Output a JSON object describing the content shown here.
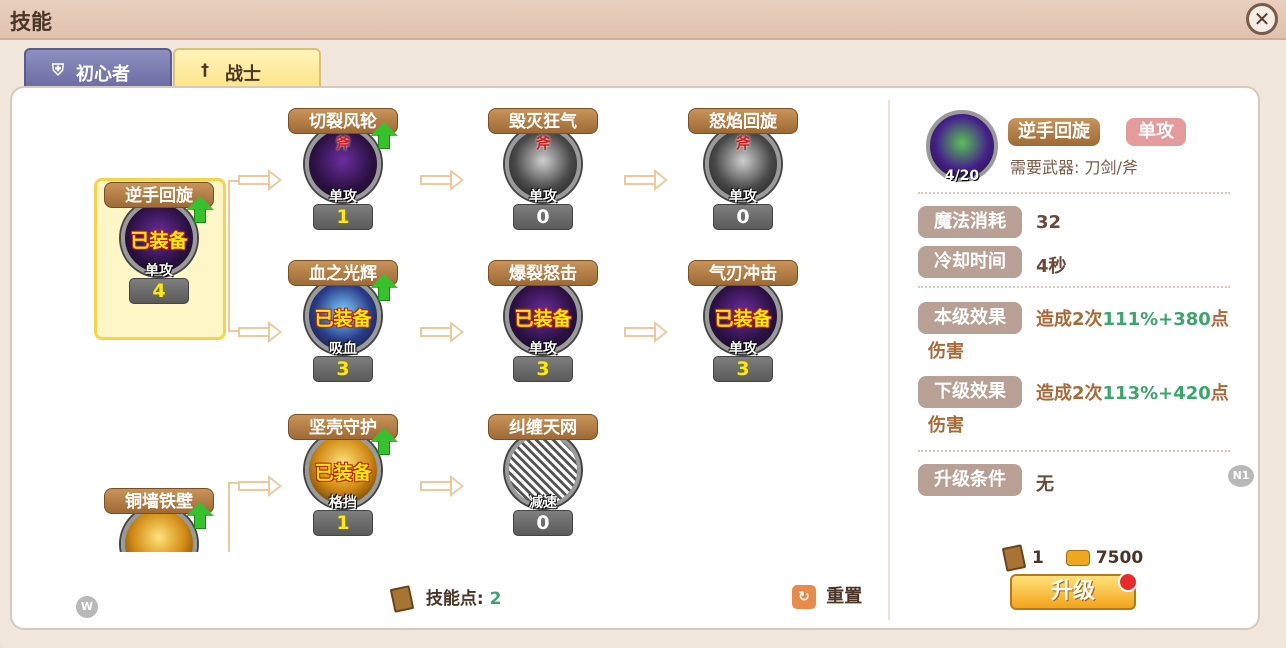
{
  "window": {
    "title": "技能",
    "close": "✕"
  },
  "tabs": [
    {
      "label": "初心者",
      "icon": "shield-icon"
    },
    {
      "label": "战士",
      "icon": "sword-icon"
    }
  ],
  "tree": {
    "axe_mark": "斧",
    "equipped_text": "已装备",
    "nodes": [
      {
        "name": "逆手回旋",
        "tag": "单攻",
        "level": "4",
        "equipped": true
      },
      {
        "name": "切裂风轮",
        "tag": "单攻",
        "level": "1",
        "axe": true
      },
      {
        "name": "毁灭狂气",
        "tag": "单攻",
        "level": "0",
        "axe": true
      },
      {
        "name": "怒焰回旋",
        "tag": "单攻",
        "level": "0",
        "axe": true
      },
      {
        "name": "血之光辉",
        "tag": "吸血",
        "level": "3",
        "equipped": true
      },
      {
        "name": "爆裂怒击",
        "tag": "单攻",
        "level": "3",
        "equipped": true
      },
      {
        "name": "气刃冲击",
        "tag": "单攻",
        "level": "3",
        "equipped": true
      },
      {
        "name": "坚壳守护",
        "tag": "格挡",
        "level": "1",
        "equipped": true
      },
      {
        "name": "纠缠天网",
        "tag": "减速",
        "level": "0"
      },
      {
        "name": "铜墙铁壁"
      }
    ]
  },
  "footer": {
    "skill_points_label": "技能点:",
    "skill_points_value": "2",
    "reset_label": "重置",
    "w_badge": "W"
  },
  "detail": {
    "level": "4/20",
    "name": "逆手回旋",
    "type": "单攻",
    "weapon": "需要武器: 刀剑/斧",
    "mp_label": "魔法消耗",
    "mp_value": "32",
    "cd_label": "冷却时间",
    "cd_value": "4秒",
    "cur_label": "本级效果",
    "cur_a": "造成2次",
    "cur_b": "111%+380",
    "cur_c": "点伤害",
    "next_label": "下级效果",
    "next_a": "造成2次",
    "next_b": "113%+420",
    "next_c": "点伤害",
    "cond_label": "升级条件",
    "cond_value": "无",
    "n_badge": "N1",
    "book_cost": "1",
    "gold_cost": "7500",
    "upgrade": "升级"
  }
}
